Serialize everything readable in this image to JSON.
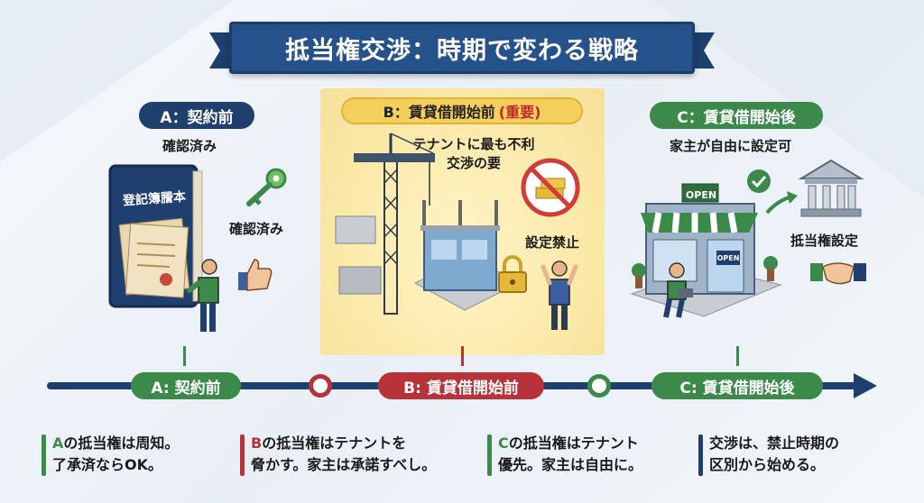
{
  "title": "抵当権交渉：時期で変わる戦略",
  "stages": {
    "a": {
      "label": "A：契約前",
      "sub1": "確認済み",
      "sub2": "確認済み",
      "book_title": "登記簿謄本"
    },
    "b": {
      "label": "B：賃貸借開始前",
      "label_important": "(重要)",
      "sub1": "テナントに最も不利",
      "sub2": "交渉の要",
      "prohibit": "設定禁止"
    },
    "c": {
      "label": "C：賃貸借開始後",
      "sub1": "家主が自由に設定可",
      "right": "抵当権設定",
      "open_sign": "OPEN",
      "open_sign2": "OPEN"
    }
  },
  "timeline": {
    "a_label": "A: 契約前",
    "b_label": "B: 賃貸借開始前",
    "c_label": "C: 賃貸借開始後"
  },
  "notes": [
    {
      "lead": "A",
      "line1": "の抵当権は周知。",
      "line2": "了承済ならOK。",
      "color": "#3b8a4a"
    },
    {
      "lead": "B",
      "line1": "の抵当権はテナントを",
      "line2": "脅かす。家主は承諾すべし。",
      "color": "#b8323a"
    },
    {
      "lead": "C",
      "line1": "の抵当権はテナント",
      "line2": "優先。家主は自由に。",
      "color": "#3b8a4a"
    },
    {
      "lead": "",
      "line1": "交渉は、禁止時期の",
      "line2": "区別から始める。",
      "color": "#1f3f6e"
    }
  ],
  "colors": {
    "navy": "#1f3f6e",
    "green": "#3b8a4a",
    "red": "#b8323a",
    "yellow": "#f5cf5b"
  }
}
